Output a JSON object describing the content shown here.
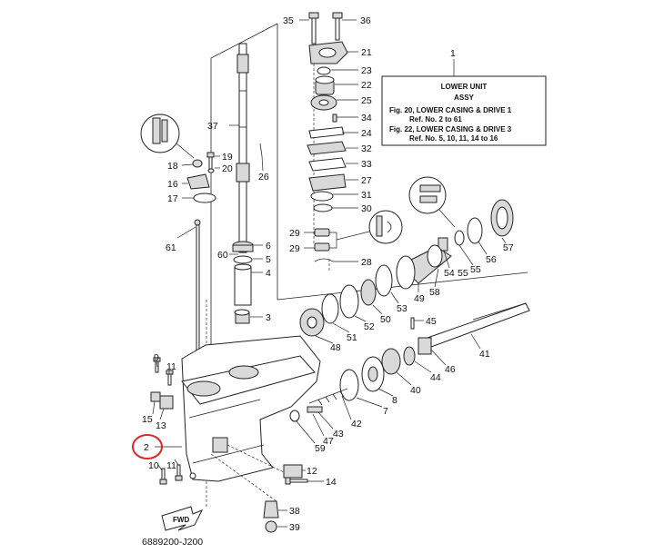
{
  "info_box": {
    "ref_no": "1",
    "title_line1": "LOWER UNIT",
    "title_line2": "ASSY",
    "line1": "Fig. 20, LOWER CASING & DRIVE 1",
    "line2": "Ref. No. 2 to 61",
    "line3": "Fig. 22, LOWER CASING & DRIVE 3",
    "line4": "Ref. No. 5, 10, 11, 14 to 16"
  },
  "diagram_code": "6889200-J200",
  "fwd_label": "FWD",
  "highlight": {
    "part": "2",
    "color": "#d42a2a"
  },
  "labels": {
    "l35": "35",
    "l36": "36",
    "l21": "21",
    "l23": "23",
    "l22": "22",
    "l25": "25",
    "l34": "34",
    "l24": "24",
    "l32": "32",
    "l33": "33",
    "l27": "27",
    "l31": "31",
    "l30": "30",
    "l29a": "29",
    "l29b": "29",
    "l28": "28",
    "l37": "37",
    "l19": "19",
    "l18": "18",
    "l20": "20",
    "l26": "26",
    "l16": "16",
    "l17": "17",
    "l61": "61",
    "l60": "60",
    "l6": "6",
    "l5": "5",
    "l4": "4",
    "l3": "3",
    "l57": "57",
    "l56": "56",
    "l55": "55",
    "l54": "54",
    "l58": "58",
    "l49": "49",
    "l53": "53",
    "l50": "50",
    "l52": "52",
    "l51": "51",
    "l48": "48",
    "l45": "45",
    "l41": "41",
    "l46": "46",
    "l44": "44",
    "l40": "40",
    "l8": "8",
    "l7": "7",
    "l42": "42",
    "l43": "43",
    "l47": "47",
    "l59": "59",
    "l9": "9",
    "l11a": "11",
    "l15": "15",
    "l13": "13",
    "l2": "2",
    "l10": "10",
    "l11b": "11",
    "l12": "12",
    "l14": "14",
    "l38": "38",
    "l39": "39"
  }
}
